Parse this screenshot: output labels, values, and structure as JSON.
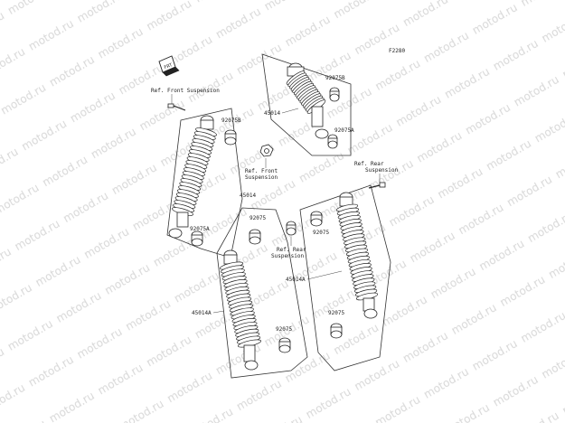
{
  "figure_id": "F2280",
  "watermark": "motod.ru",
  "labels": {
    "ref_front_suspension_top": "Ref. Front Suspension",
    "ref_front_suspension_mid_1": "Ref. Front",
    "ref_front_suspension_mid_2": "Suspension",
    "ref_rear_suspension_top_1": "Ref. Rear",
    "ref_rear_suspension_top_2": "Suspension",
    "ref_rear_suspension_mid_1": "Ref. Rear",
    "ref_rear_suspension_mid_2": "Suspension",
    "p45014_top": "45014",
    "p45014_left": "45014",
    "p45014A_left": "45014A",
    "p45014A_right": "45014A",
    "p92075B_top": "92075B",
    "p92075A_top": "92075A",
    "p92075B_left": "92075B",
    "p92075A_left": "92075A",
    "p92075_mid_top": "92075",
    "p92075_mid_bot": "92075",
    "p92075_right_top": "92075",
    "p92075_right_bot": "92075"
  }
}
